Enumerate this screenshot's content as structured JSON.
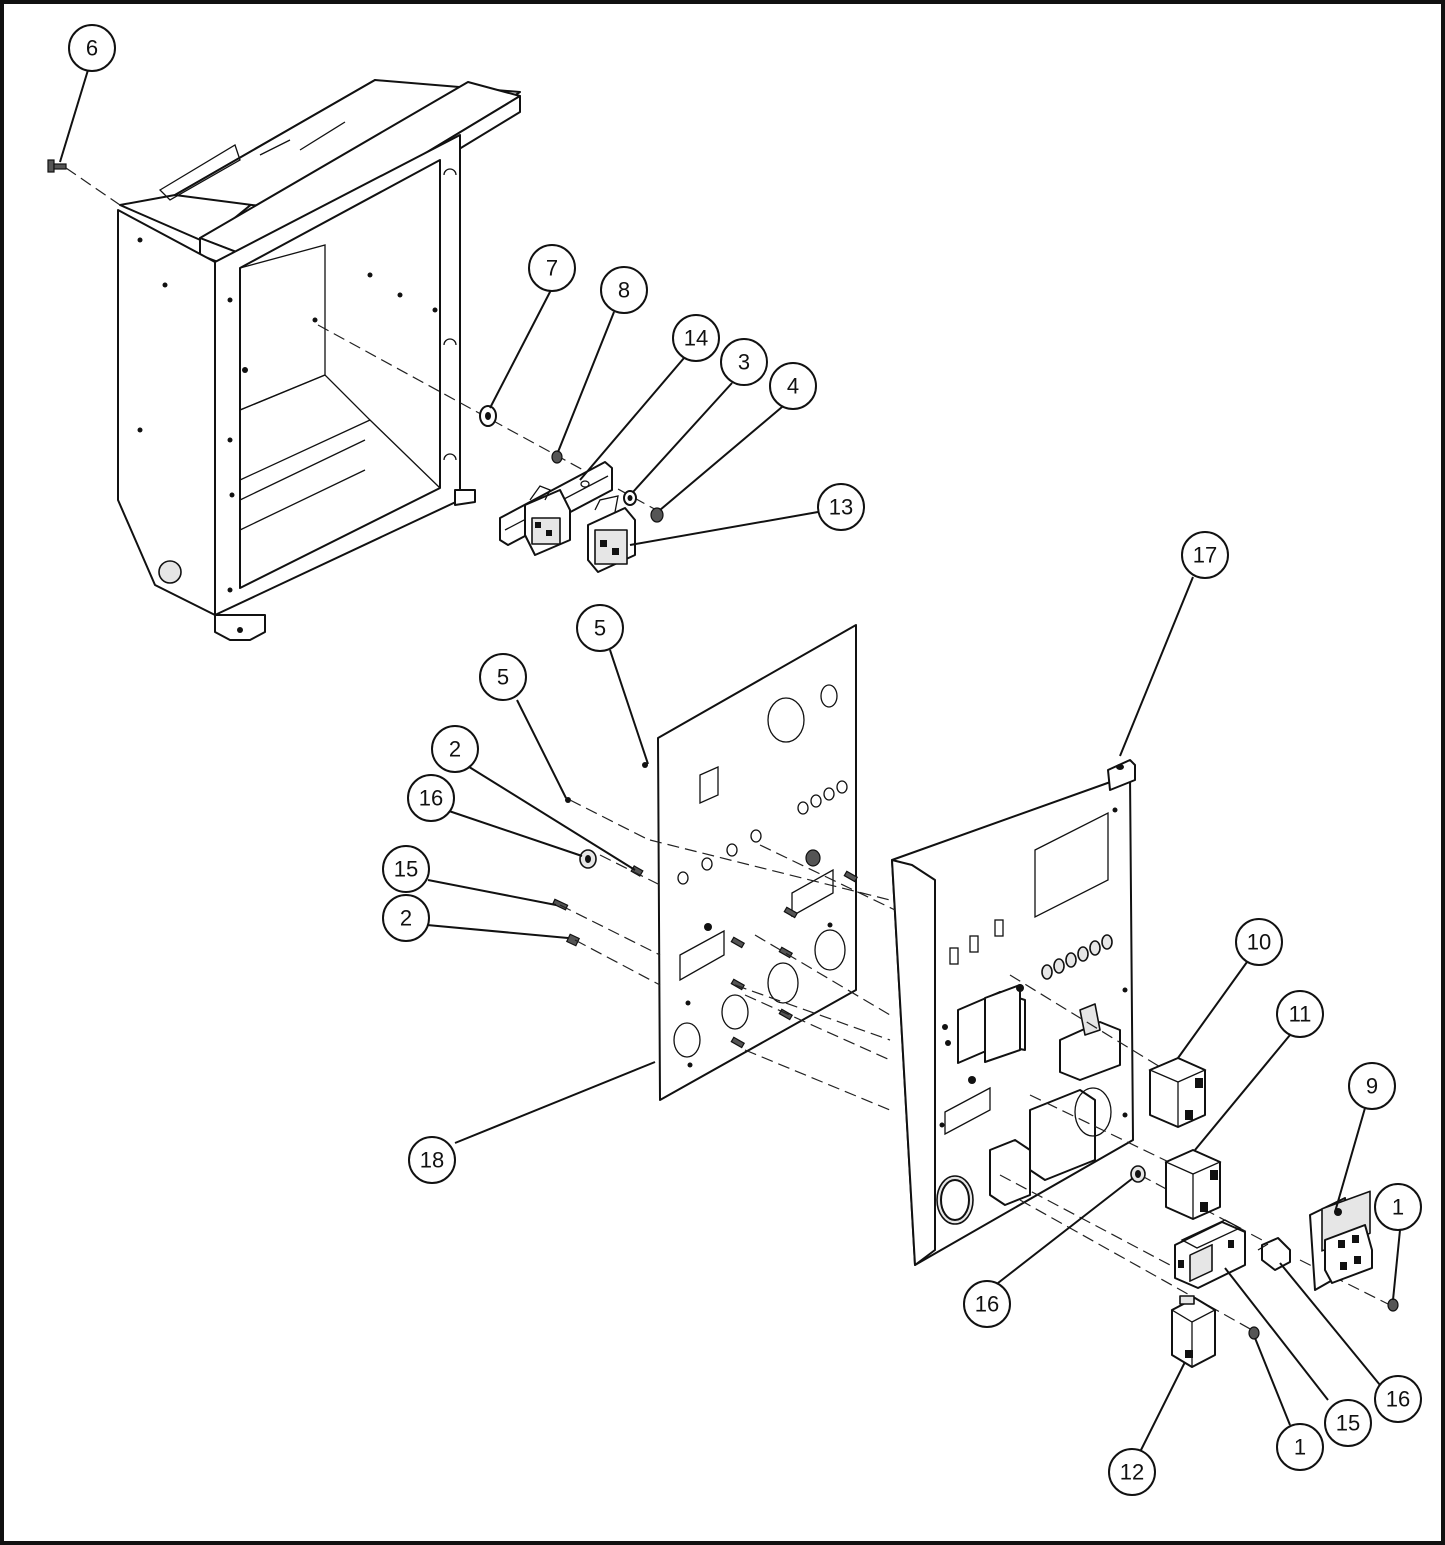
{
  "callouts": [
    {
      "id": "c6",
      "label": "6"
    },
    {
      "id": "c7",
      "label": "7"
    },
    {
      "id": "c8",
      "label": "8"
    },
    {
      "id": "c14",
      "label": "14"
    },
    {
      "id": "c3",
      "label": "3"
    },
    {
      "id": "c4",
      "label": "4"
    },
    {
      "id": "c13",
      "label": "13"
    },
    {
      "id": "c17",
      "label": "17"
    },
    {
      "id": "c5a",
      "label": "5"
    },
    {
      "id": "c5b",
      "label": "5"
    },
    {
      "id": "c2a",
      "label": "2"
    },
    {
      "id": "c16a",
      "label": "16"
    },
    {
      "id": "c15a",
      "label": "15"
    },
    {
      "id": "c2b",
      "label": "2"
    },
    {
      "id": "c10",
      "label": "10"
    },
    {
      "id": "c11",
      "label": "11"
    },
    {
      "id": "c9",
      "label": "9"
    },
    {
      "id": "c1a",
      "label": "1"
    },
    {
      "id": "c18",
      "label": "18"
    },
    {
      "id": "c16b",
      "label": "16"
    },
    {
      "id": "c16c",
      "label": "16"
    },
    {
      "id": "c15b",
      "label": "15"
    },
    {
      "id": "c1b",
      "label": "1"
    },
    {
      "id": "c12",
      "label": "12"
    }
  ]
}
